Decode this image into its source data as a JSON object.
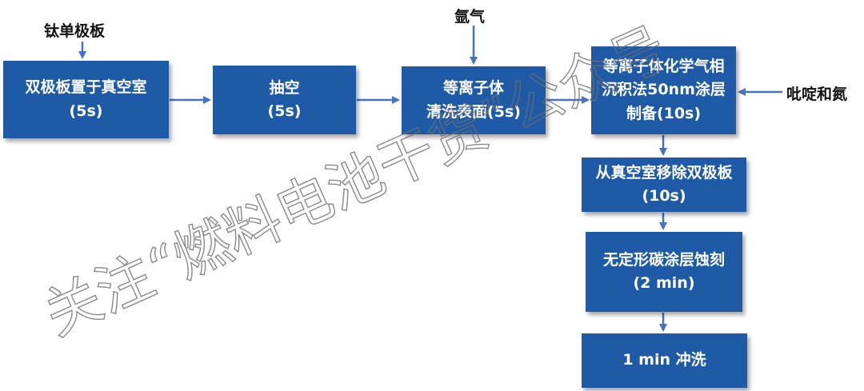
{
  "inputs": {
    "titanium_plate": "钛单极板",
    "argon": "氩气",
    "pyridine_nitrogen": "吡啶和氮"
  },
  "steps": [
    {
      "lines": [
        "双极板置于真空室",
        "(5s)"
      ]
    },
    {
      "lines": [
        "抽空",
        "(5s)"
      ]
    },
    {
      "lines": [
        "等离子体",
        "清洗表面(5s)"
      ]
    },
    {
      "lines": [
        "等离子体化学气相",
        "沉积法50nm涂层",
        "制备(10s)"
      ]
    },
    {
      "lines": [
        "从真空室移除双极板",
        "(10s)"
      ]
    },
    {
      "lines": [
        "无定形碳涂层蚀刻",
        "(2 min)"
      ]
    },
    {
      "lines": [
        "1 min 冲洗"
      ]
    }
  ],
  "watermark": "关注“燃料电池干货”公众号",
  "colors": {
    "box": "#1f5aa6",
    "arrow": "#4472c4"
  }
}
